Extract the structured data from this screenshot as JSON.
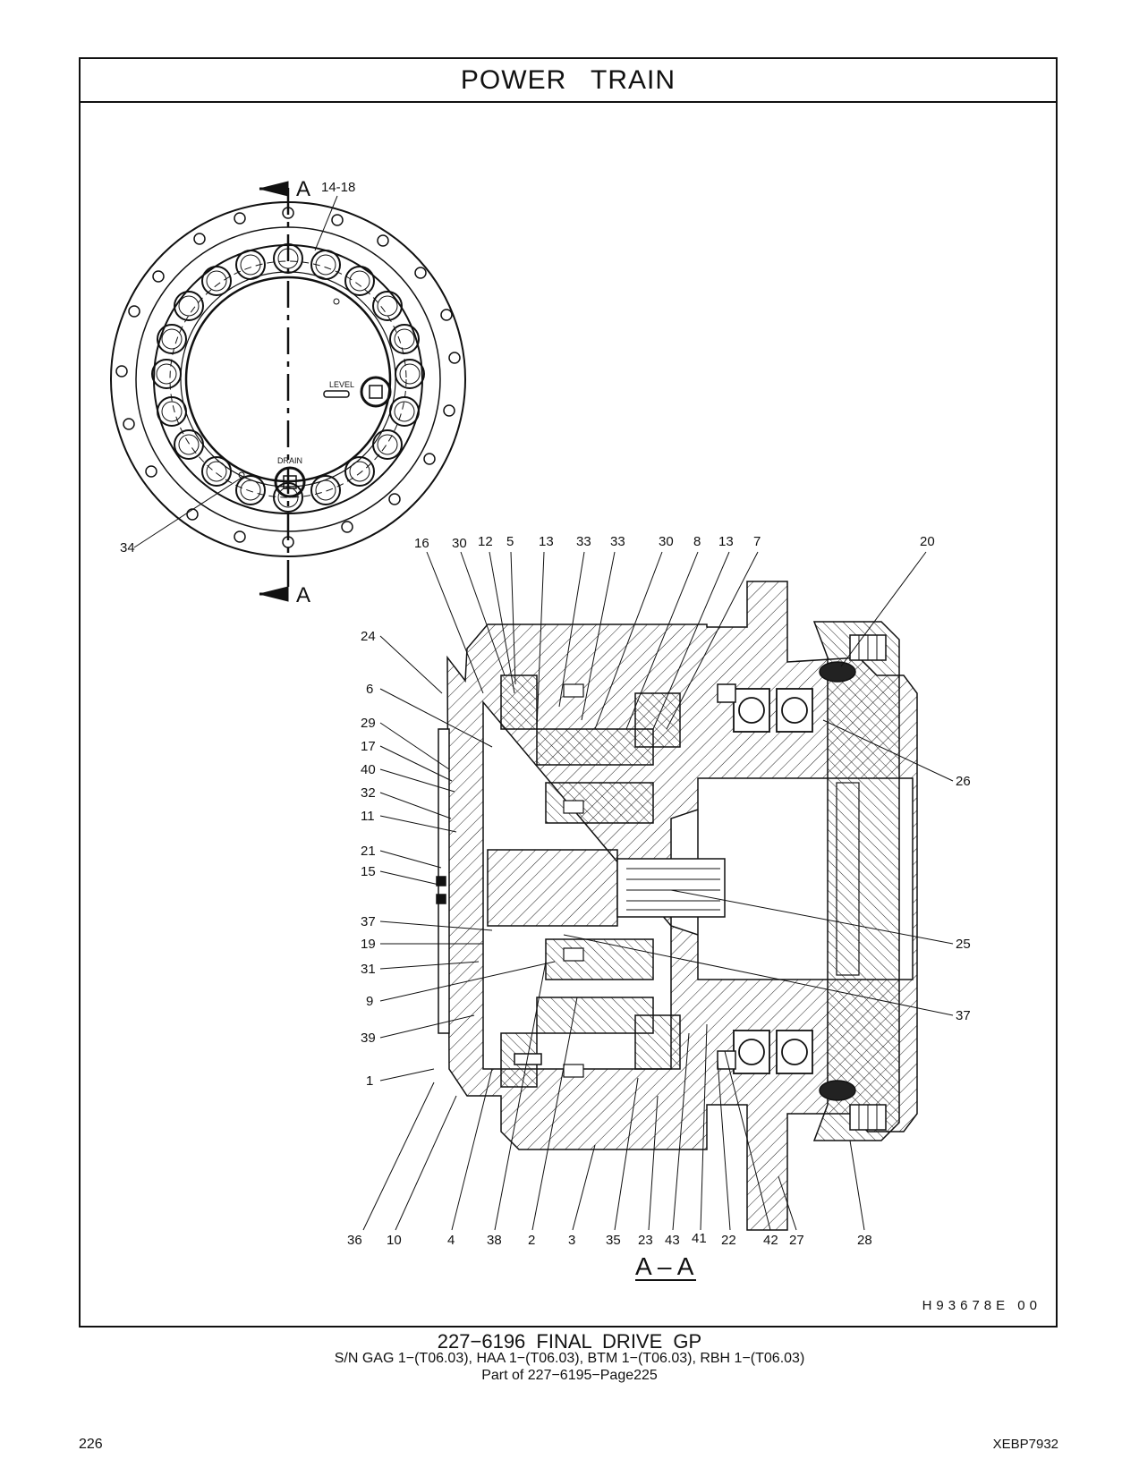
{
  "header": {
    "title": "POWER   TRAIN"
  },
  "end_view": {
    "section_letter": "A",
    "bolt_callout": "14-18",
    "level_label": "LEVEL",
    "drain_label": "DRAIN",
    "callout_34": "34"
  },
  "section": {
    "label": "A – A",
    "callouts": {
      "c16": "16",
      "c30a": "30",
      "c12": "12",
      "c5": "5",
      "c13a": "13",
      "c33a": "33",
      "c33b": "33",
      "c30b": "30",
      "c8": "8",
      "c13b": "13",
      "c7": "7",
      "c20": "20",
      "c24": "24",
      "c6": "6",
      "c29": "29",
      "c17": "17",
      "c40": "40",
      "c32": "32",
      "c11": "11",
      "c21": "21",
      "c15": "15",
      "c37a": "37",
      "c19": "19",
      "c31": "31",
      "c9": "9",
      "c39": "39",
      "c1": "1",
      "c26": "26",
      "c25": "25",
      "c37b": "37",
      "c36": "36",
      "c10": "10",
      "c4": "4",
      "c38": "38",
      "c2": "2",
      "c3": "3",
      "c35": "35",
      "c23": "23",
      "c43": "43",
      "c41": "41",
      "c22": "22",
      "c42": "42",
      "c27": "27",
      "c28": "28"
    }
  },
  "illustration_id": "H93678E   00",
  "caption": {
    "line1": "227−6196   FINAL  DRIVE  GP",
    "line2": "S/N GAG 1−(T06.03), HAA 1−(T06.03), BTM 1−(T06.03), RBH 1−(T06.03)",
    "line3": "Part of 227−6195−Page225"
  },
  "footer": {
    "page_number": "226",
    "doc_id": "XEBP7932"
  }
}
